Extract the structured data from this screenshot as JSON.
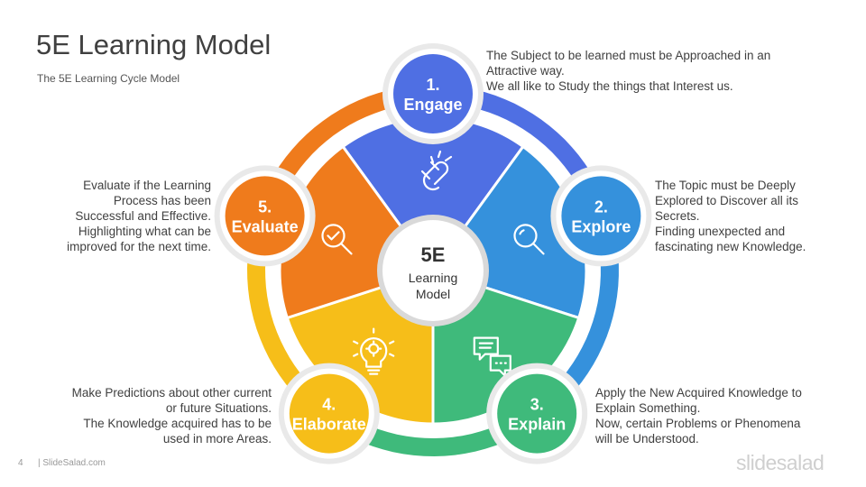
{
  "header": {
    "title": "5E Learning Model",
    "subtitle": "The 5E Learning Cycle Model"
  },
  "center": {
    "big": "5E",
    "line1": "Learning",
    "line2": "Model"
  },
  "stages": [
    {
      "number": "1.",
      "name": "Engage",
      "color": "#4f6fe3",
      "icon": "magnet-icon",
      "description": "The Subject to be learned must be Approached in an\nAttractive way.\nWe all like to Study the things that Interest us."
    },
    {
      "number": "2.",
      "name": "Explore",
      "color": "#3591dc",
      "icon": "magnifier-icon",
      "description": "The Topic must be Deeply\nExplored to Discover all its\nSecrets.\nFinding unexpected and\nfascinating new Knowledge."
    },
    {
      "number": "3.",
      "name": "Explain",
      "color": "#3fba7b",
      "icon": "chat-bubbles-icon",
      "description": "Apply the New Acquired Knowledge to\nExplain Something.\nNow, certain Problems or Phenomena\nwill be Understood."
    },
    {
      "number": "4.",
      "name": "Elaborate",
      "color": "#f6be19",
      "icon": "lightbulb-gear-icon",
      "description": "Make Predictions about other current\nor future Situations.\nThe Knowledge acquired has to be\nused in more Areas."
    },
    {
      "number": "5.",
      "name": "Evaluate",
      "color": "#ef7b1c",
      "icon": "magnifier-check-icon",
      "description": "Evaluate if the Learning\nProcess has been\nSuccessful and Effective.\nHighlighting what can be\nimproved for the next time."
    }
  ],
  "footer": {
    "page": "4",
    "brand": "| SlideSalad.com",
    "logo": "slidesalad"
  }
}
